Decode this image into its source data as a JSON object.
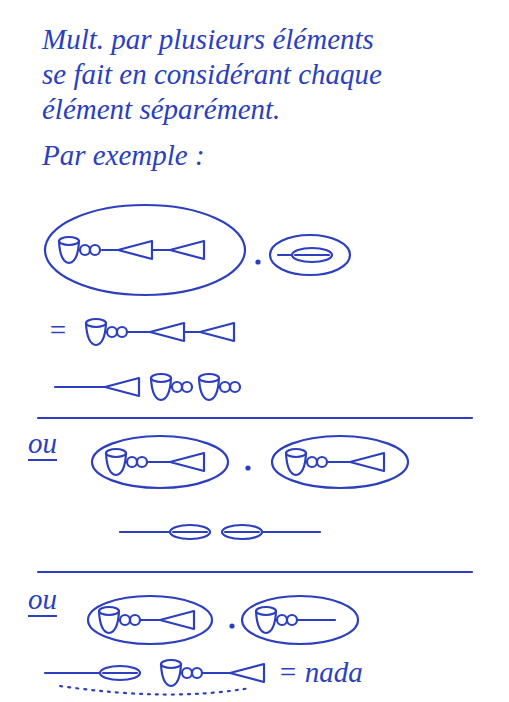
{
  "diagram": {
    "labels": [
      "Mult. par plusieurs éléments se fait en considérant chaque élément séparément.",
      "Par exemple :",
      "=",
      "ou",
      "ou",
      "= nada"
    ]
  }
}
